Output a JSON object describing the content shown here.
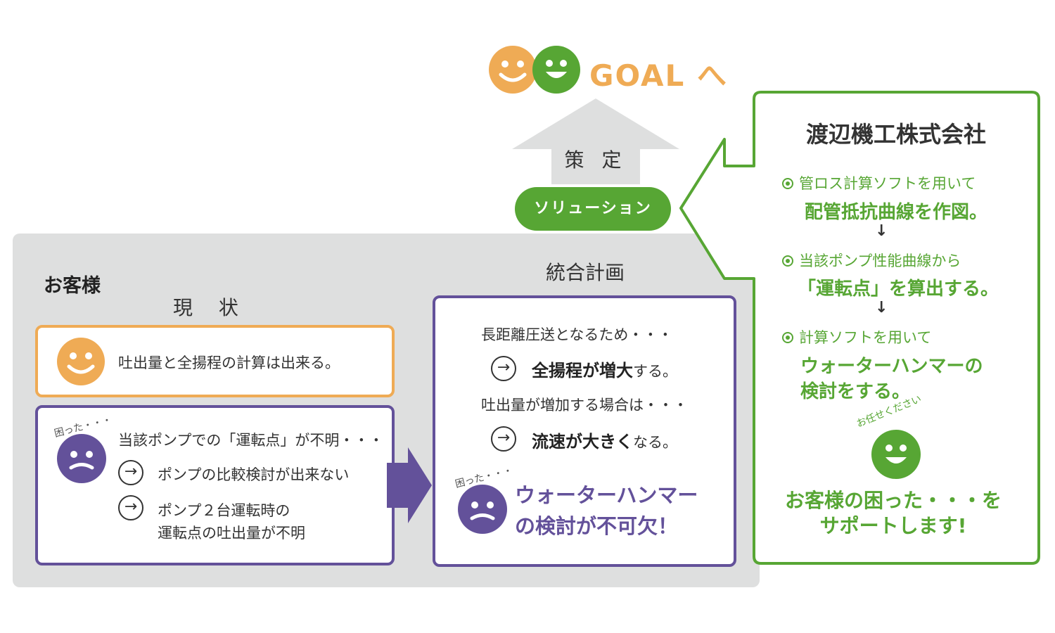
{
  "goal": {
    "text": "GOAL へ"
  },
  "arrow_label": "策 定",
  "solution": "ソリューション",
  "panel": {
    "customer": "お客様",
    "current": "現 状",
    "integrated": "統合計画"
  },
  "left_top": {
    "text": "吐出量と全揚程の計算は出来る。"
  },
  "left_bottom": {
    "trouble": "困った・・・",
    "line1": "当該ポンプでの「運転点」が不明・・・",
    "arrow": "→",
    "item1": "ポンプの比較検討が出来ない",
    "item2a": "ポンプ２台運転時の",
    "item2b": "運転点の吐出量が不明"
  },
  "right": {
    "line1": "長距離圧送となるため・・・",
    "res1_bold": "全揚程が増大",
    "res1_tail": "する。",
    "line2": "吐出量が増加する場合は・・・",
    "res2_bold": "流速が大きく",
    "res2_tail": "なる。",
    "trouble": "困った・・・",
    "water1": "ウォーターハンマー",
    "water2": "の検討が不可欠！"
  },
  "company": {
    "name": "渡辺機工株式会社",
    "step1_head": "管ロス計算ソフトを用いて",
    "step1_main": "配管抵抗曲線を作図。",
    "step2_head": "当該ポンプ性能曲線から",
    "step2_main": "「運転点」を算出する。",
    "step3_head": "計算ソフトを用いて",
    "step3_main1": "ウォーターハンマーの",
    "step3_main2": "検討をする。",
    "down": "↓",
    "omakase": "お任せください",
    "support1": "お客様の困った・・・を",
    "support2": "サポートします!"
  },
  "colors": {
    "orange": "#efab55",
    "green": "#57a634",
    "purple": "#63519a",
    "gray_panel": "#dedfdf",
    "arrow_gray": "#dedfdf"
  }
}
